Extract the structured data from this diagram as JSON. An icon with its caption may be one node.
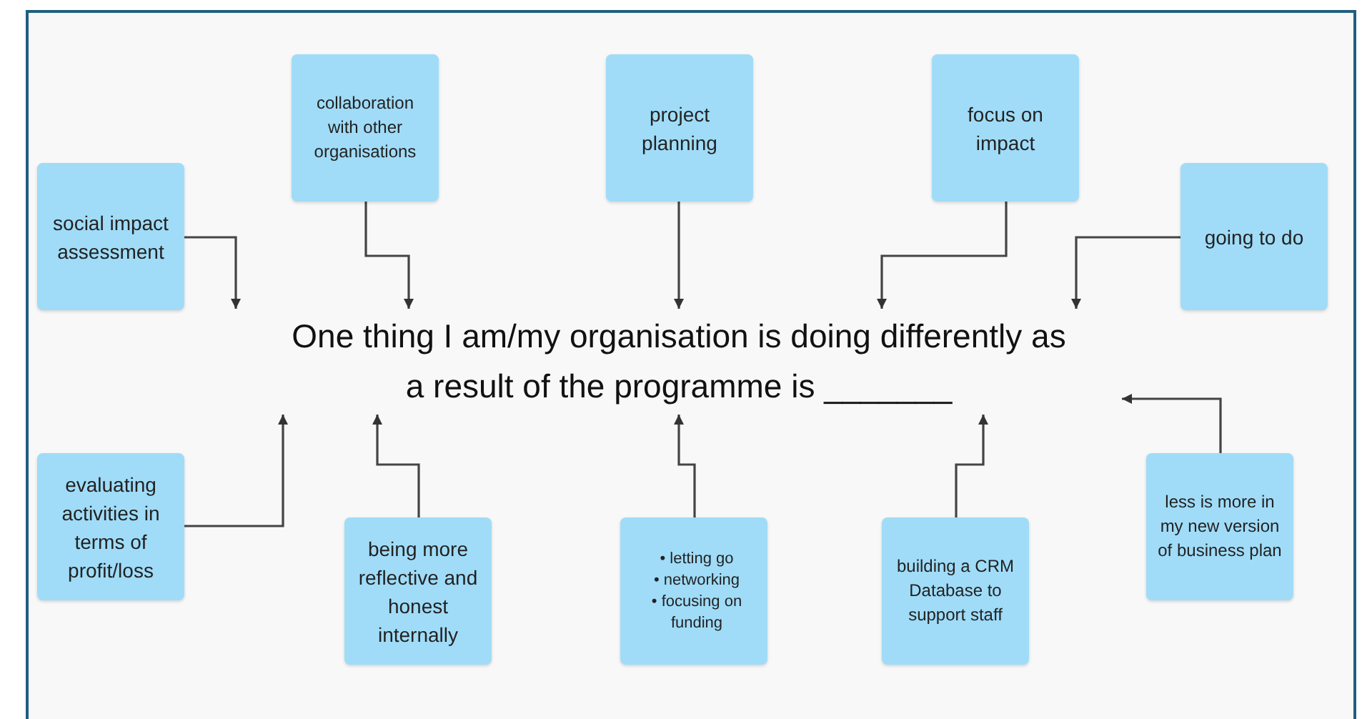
{
  "diagram": {
    "nodes": [
      {
        "text": [
          "social impact assessment"
        ]
      },
      {
        "text": [
          "collaboration with other organisations"
        ]
      },
      {
        "text": [
          "project planning"
        ]
      },
      {
        "text": [
          "focus on impact"
        ]
      },
      {
        "text": [
          "going to do"
        ]
      },
      {
        "text": [
          "One thing I am/my organisation is doing differently as a result of the programme is _______"
        ]
      },
      {
        "text": [
          "evaluating activities in terms of profit/loss"
        ]
      },
      {
        "text": [
          "being more reflective and honest internally"
        ]
      },
      {
        "text": [
          "• letting go",
          "• networking",
          "• focusing on funding"
        ]
      },
      {
        "text": [
          "building a CRM Database to support staff"
        ]
      },
      {
        "text": [
          "less is more in my new version of business plan"
        ]
      }
    ],
    "edges": [
      {
        "from": 0,
        "to": 5,
        "arrow": "to"
      },
      {
        "from": 1,
        "to": 5,
        "arrow": "to"
      },
      {
        "from": 2,
        "to": 5,
        "arrow": "to"
      },
      {
        "from": 3,
        "to": 5,
        "arrow": "to"
      },
      {
        "from": 4,
        "to": 5,
        "arrow": "to"
      },
      {
        "from": 6,
        "to": 5,
        "arrow": "to"
      },
      {
        "from": 7,
        "to": 5,
        "arrow": "to"
      },
      {
        "from": 8,
        "to": 5,
        "arrow": "to"
      },
      {
        "from": 9,
        "to": 5,
        "arrow": "to"
      },
      {
        "from": 10,
        "to": 5,
        "arrow": "to"
      }
    ]
  }
}
